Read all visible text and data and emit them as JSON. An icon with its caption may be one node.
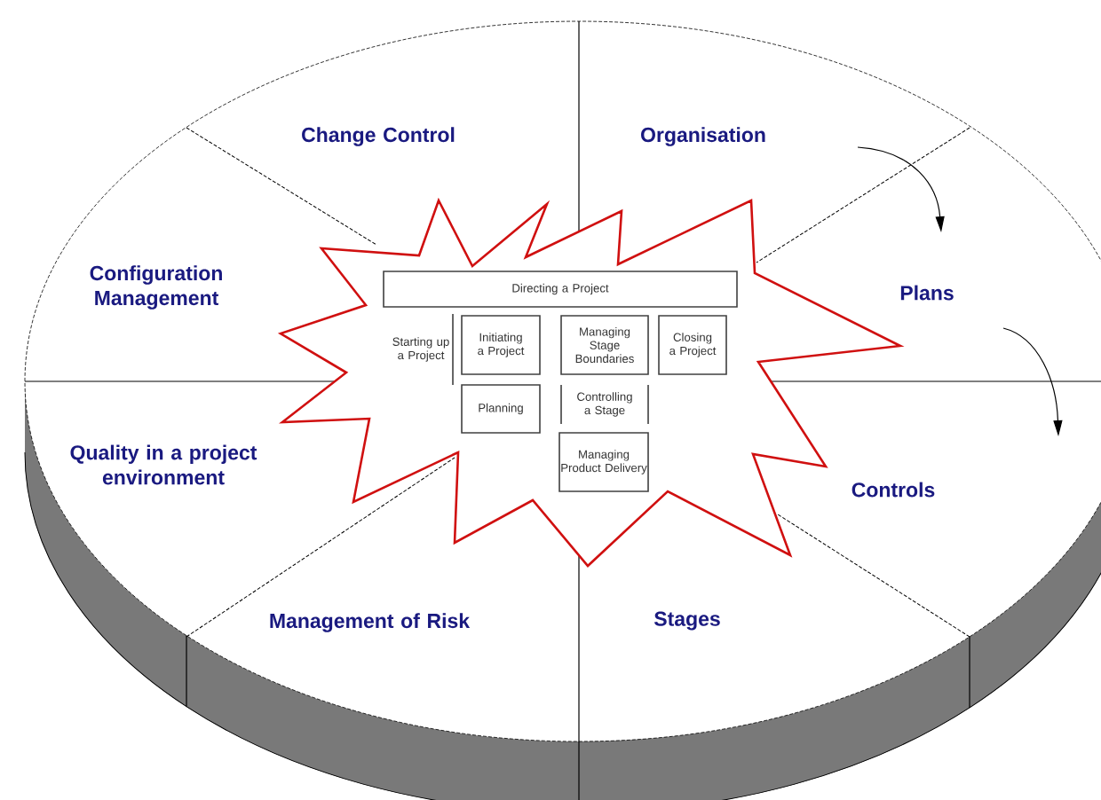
{
  "diagram": {
    "nodes": [
      {
        "text": [],
        "shape": "star"
      },
      {
        "text": [
          "Directing a Project"
        ],
        "in": 0
      },
      {
        "text": [
          "Starting up a Project"
        ],
        "in": 0
      },
      {
        "text": [
          "Initiating a Project"
        ],
        "in": 0
      },
      {
        "text": [
          "Managing Stage Boundaries"
        ],
        "in": 0
      },
      {
        "text": [
          "Closing a Project"
        ],
        "in": 0
      },
      {
        "text": [
          "Planning"
        ],
        "in": 0
      },
      {
        "text": [
          "Controlling a Stage"
        ],
        "in": 0
      },
      {
        "text": [
          "Managing Product Delivery"
        ],
        "in": 0
      }
    ],
    "labels": [
      "Change Control",
      "Organisation",
      "Configuration Management",
      "Plans",
      "Quality in a project environment",
      "Controls",
      "Management of Risk",
      "Stages"
    ]
  }
}
